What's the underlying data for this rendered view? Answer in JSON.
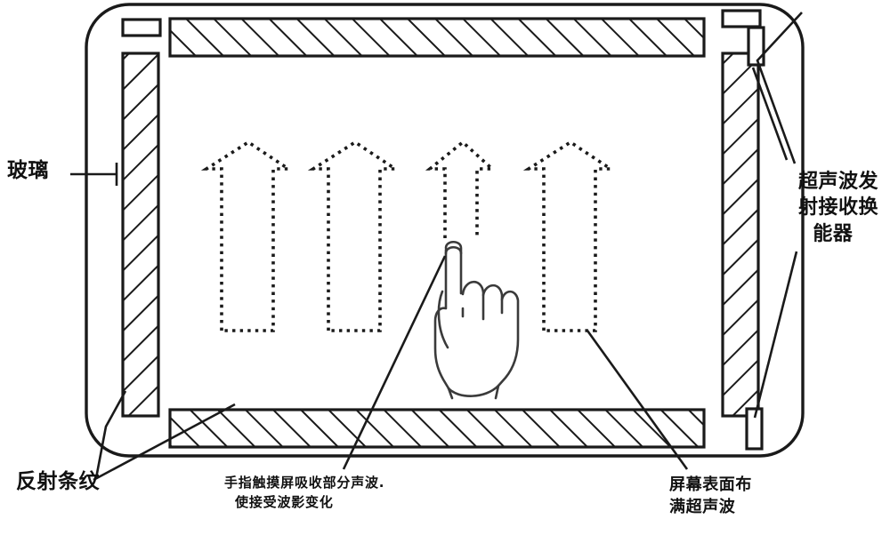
{
  "figure": {
    "type": "technical-diagram",
    "subject": "surface-acoustic-wave-touchscreen",
    "background_color": "#ffffff",
    "line_color": "#1a1a1a",
    "text_color": "#111111"
  },
  "labels": {
    "glass": "玻璃",
    "transducer": "超声波发\n射接收换\n  能器",
    "reflective_stripes": "反射条纹",
    "finger_note": "手指触摸屏吸收部分声波.\n  使接受波影变化",
    "surface_note": "屏幕表面布\n满超声波"
  },
  "components": {
    "outer_frame": "rounded-rectangle-glass-panel",
    "stripe_bars": [
      {
        "name": "top-reflective-stripe-bar",
        "orientation": "horizontal"
      },
      {
        "name": "bottom-reflective-stripe-bar",
        "orientation": "horizontal"
      },
      {
        "name": "left-reflective-stripe-bar",
        "orientation": "vertical"
      },
      {
        "name": "right-reflective-stripe-bar",
        "orientation": "vertical"
      }
    ],
    "transducers": [
      {
        "name": "transducer-top-left",
        "orientation": "horizontal"
      },
      {
        "name": "transducer-top-right",
        "orientation": "horizontal"
      },
      {
        "name": "transducer-right-upper",
        "orientation": "vertical"
      },
      {
        "name": "transducer-right-lower",
        "orientation": "vertical"
      }
    ],
    "wave_arrows": [
      {
        "name": "wave-arrow-1",
        "state": "full"
      },
      {
        "name": "wave-arrow-2",
        "state": "full"
      },
      {
        "name": "wave-arrow-3",
        "state": "absorbed-by-finger"
      },
      {
        "name": "wave-arrow-4",
        "state": "full"
      }
    ],
    "hand": "hand-with-extended-index-finger"
  }
}
